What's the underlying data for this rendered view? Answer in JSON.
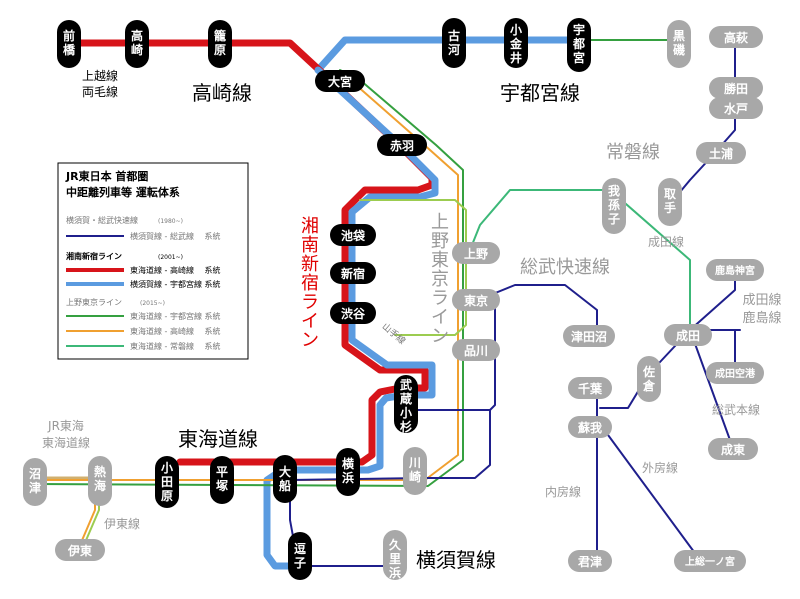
{
  "colors": {
    "red": "#d7141a",
    "blue": "#5b9be0",
    "green": "#35a040",
    "orange": "#f0a030",
    "lightgreen": "#9ccc50",
    "navy": "#1f1f8c",
    "teal": "#3cb878",
    "black_station": "#000000",
    "gray_station": "#a8a8a8",
    "gray_text": "#999999",
    "dark_text": "#000000",
    "red_text": "#e00000"
  },
  "stations": {
    "maebashi": "前橋",
    "takasaki": "高崎",
    "kagohara": "籠原",
    "omiya": "大宮",
    "akabane": "赤羽",
    "ikebukuro": "池袋",
    "shinjuku": "新宿",
    "shibuya": "渋谷",
    "musashikosugi": "武蔵小杉",
    "yokohama": "横浜",
    "ofuna": "大船",
    "zushi": "逗子",
    "kurihama": "久里浜",
    "hiratsuka": "平塚",
    "odawara": "小田原",
    "atami": "熱海",
    "numazu": "沼津",
    "ito": "伊東",
    "kawasaki": "川崎",
    "shinagawa": "品川",
    "tokyo": "東京",
    "ueno": "上野",
    "koga": "古河",
    "oyama": "小金井",
    "utsunomiya": "宇都宮",
    "kuroiso": "黒磯",
    "takahagi": "高萩",
    "katsuta": "勝田",
    "mito": "水戸",
    "tsuchiura": "土浦",
    "toride": "取手",
    "abiko": "我孫子",
    "narita": "成田",
    "kashimajingu": "鹿島神宮",
    "naritakuko": "成田空港",
    "sakura": "佐倉",
    "naruto": "成東",
    "tsudanuma": "津田沼",
    "chiba": "千葉",
    "soga": "蘇我",
    "kimitsu": "君津",
    "kazusaichinomiya": "上総一ノ宮"
  },
  "line_labels": {
    "joetsu_ryomo": "上越線\n両毛線",
    "takasaki": "高崎線",
    "utsunomiya": "宇都宮線",
    "joban": "常磐線",
    "narita": "成田線",
    "narita_kashima": "成田線\n鹿島線",
    "sobu_main": "総武本線",
    "sobu_rapid": "総武快速線",
    "sotobo": "外房線",
    "uchibo": "内房線",
    "yokosuka": "横須賀線",
    "tokaido": "東海道線",
    "jr_tokai_tokaido": "JR東海\n東海道線",
    "ito": "伊東線",
    "yamanote": "山手線",
    "shonan_shinjuku": "湘南新宿ライン",
    "ueno_tokyo": "上野東京ライン"
  },
  "legend": {
    "title1": "JR東日本 首都圏",
    "title2": "中距離列車等 運転体系",
    "sec1_title": "横須賀・総武快速線",
    "sec1_year": "(1980~)",
    "sec1_row1": "横須賀線 - 総武線　 系統",
    "sec2_title": "湘南新宿ライン",
    "sec2_year": "(2001~)",
    "sec2_row1": "東海道線 - 高崎線　 系統",
    "sec2_row2": "横須賀線 - 宇都宮線 系統",
    "sec3_title": "上野東京ライン",
    "sec3_year": "(2015~)",
    "sec3_row1": "東海道線 - 宇都宮線 系統",
    "sec3_row2": "東海道線 - 高崎線　 系統",
    "sec3_row3": "東海道線 - 常磐線　 系統"
  }
}
